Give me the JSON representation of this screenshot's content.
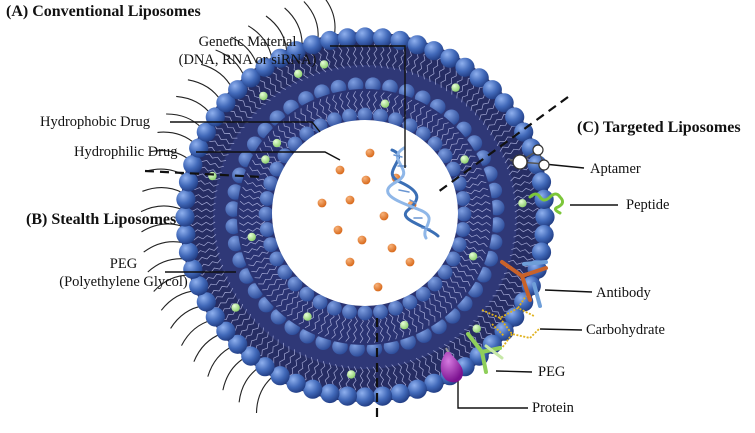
{
  "sections": {
    "conventional": "(A) Conventional Liposomes",
    "stealth": "(B) Stealth Liposomes",
    "targeted": "(C) Targeted Liposomes"
  },
  "labels": {
    "genetic_line1": "Genetic Material",
    "genetic_line2": "(DNA, RNA or siRNA)",
    "hydrophobic": "Hydrophobic Drug",
    "hydrophilic": "Hydrophilic Drug",
    "peg_stealth_line1": "PEG",
    "peg_stealth_line2": "(Polyethylene Glycol)",
    "aptamer": "Aptamer",
    "peptide": "Peptide",
    "antibody": "Antibody",
    "carbohydrate": "Carbohydrate",
    "peg_targeted": "PEG",
    "protein": "Protein"
  },
  "colors": {
    "head_outer": "#3f67b8",
    "membrane_dark": "#232a5c",
    "tails": "#c8c8ee",
    "hydrophobic_drug": "#a8dc8e",
    "hydrophilic_drug": "#e07a2a",
    "dna": "#4f7fc0",
    "aptamer": "#ffffff",
    "peptide": "#8ccf3f",
    "antibody_heavy": "#c8622a",
    "antibody_light": "#6e9ed8",
    "carbohydrate": "#e0b21e",
    "peg_ligand": "#8fcf5a",
    "protein": "#9a1fb0"
  }
}
